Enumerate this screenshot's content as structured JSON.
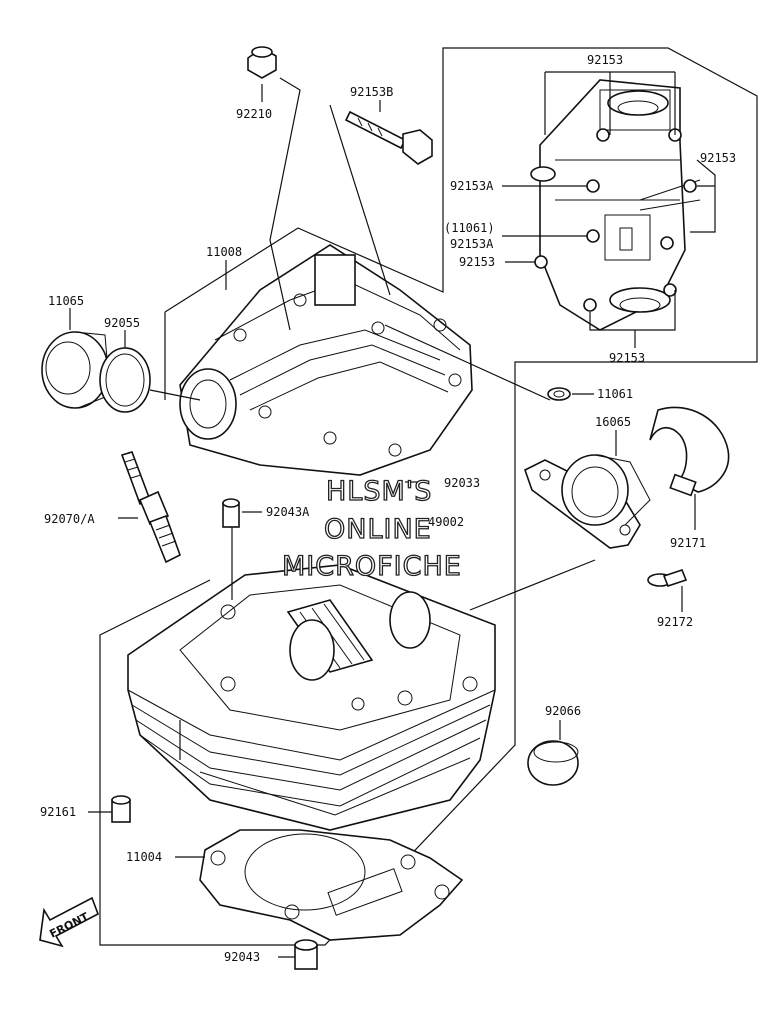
{
  "labels": {
    "p92153_top": "92153",
    "p92210": "92210",
    "p92153B": "92153B",
    "p92153_right": "92153",
    "p92153A_a": "92153A",
    "p11061_paren": "(11061)",
    "p92153A_b": "92153A",
    "p92153_left": "92153",
    "p11008": "11008",
    "p11065": "11065",
    "p92055": "92055",
    "p92153_bottom": "92153",
    "p11061": "11061",
    "p16065": "16065",
    "p92033": "92033",
    "p92070A": "92070/A",
    "p92043A": "92043A",
    "p49002": "49002",
    "p92171": "92171",
    "p92172": "92172",
    "p92066": "92066",
    "p92161": "92161",
    "p11004": "11004",
    "p92043": "92043"
  },
  "watermark": {
    "line1": "HLSM'S",
    "line2": "ONLINE",
    "line3": "MICROFICHE"
  },
  "front_arrow": {
    "label": "FRONT"
  }
}
